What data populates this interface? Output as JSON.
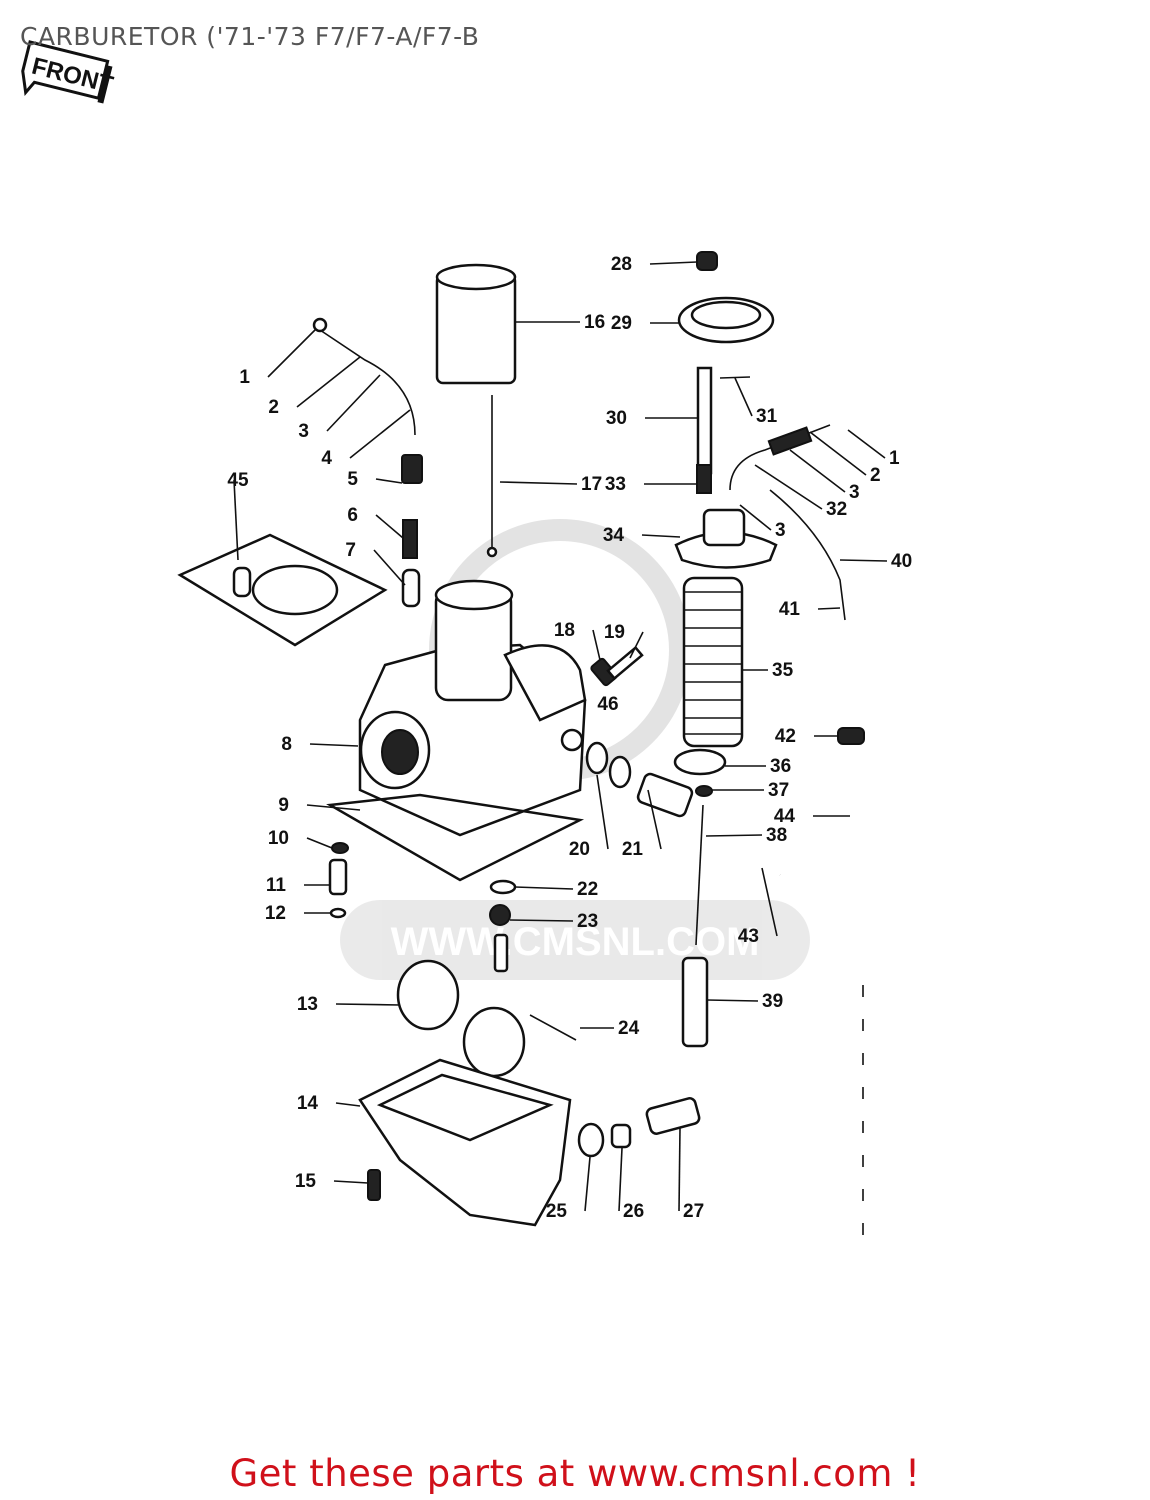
{
  "title": "CARBURETOR ('71-'73 F7/F7-A/F7-B",
  "front_badge": "FRONT",
  "watermark": "WWW.CMSNL.COM",
  "footer": "Get these parts at www.cmsnl.com !",
  "footer_color": "#d0101a",
  "callouts": [
    "1",
    "2",
    "3",
    "4",
    "45",
    "5",
    "6",
    "7",
    "8",
    "9",
    "10",
    "11",
    "12",
    "13",
    "14",
    "15",
    "16",
    "17",
    "18",
    "19",
    "20",
    "21",
    "22",
    "23",
    "24",
    "25",
    "26",
    "27",
    "28",
    "29",
    "30",
    "31",
    "32",
    "33",
    "34",
    "3",
    "3",
    "2",
    "1",
    "35",
    "36",
    "37",
    "38",
    "39",
    "40",
    "41",
    "42",
    "43",
    "44",
    "46"
  ]
}
